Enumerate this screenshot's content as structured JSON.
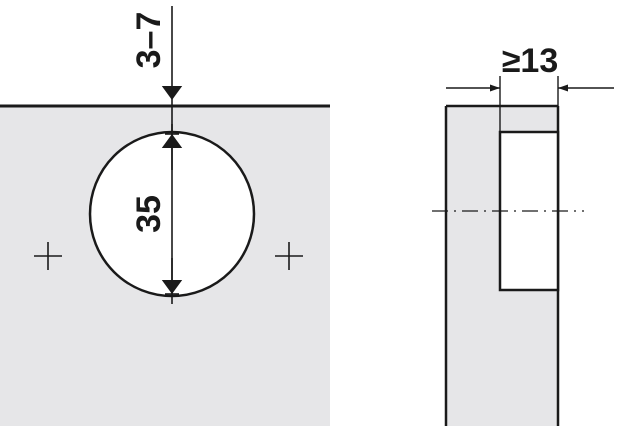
{
  "dimensions": {
    "edge_distance": "3–7",
    "cup_diameter": "35",
    "min_drilling_depth": "≥13"
  },
  "colors": {
    "panel_fill": "#e6e6e8",
    "line": "#1a1a1a",
    "background": "#ffffff"
  }
}
